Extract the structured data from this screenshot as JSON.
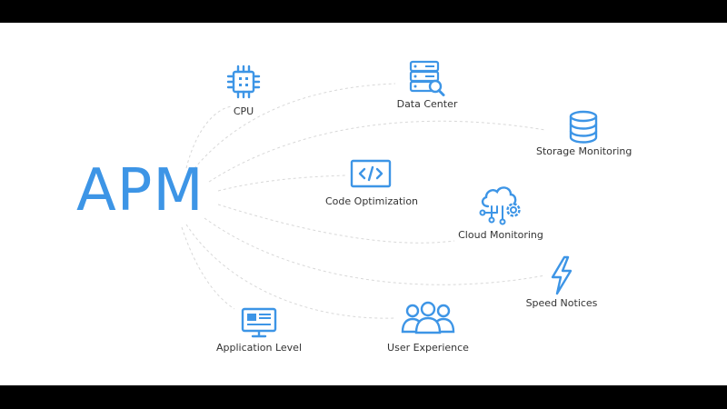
{
  "title": "APM",
  "colors": {
    "accent": "#3d95e6",
    "background": "#ffffff",
    "link": "#d8d8d8"
  },
  "nodes": [
    {
      "label": "CPU",
      "icon": "cpu-icon"
    },
    {
      "label": "Data Center",
      "icon": "data-center-icon"
    },
    {
      "label": "Storage Monitoring",
      "icon": "database-icon"
    },
    {
      "label": "Code Optimization",
      "icon": "code-icon"
    },
    {
      "label": "Cloud Monitoring",
      "icon": "cloud-gear-icon"
    },
    {
      "label": "Speed Notices",
      "icon": "lightning-icon"
    },
    {
      "label": "Application Level",
      "icon": "application-window-icon"
    },
    {
      "label": "User Experience",
      "icon": "users-icon"
    }
  ]
}
